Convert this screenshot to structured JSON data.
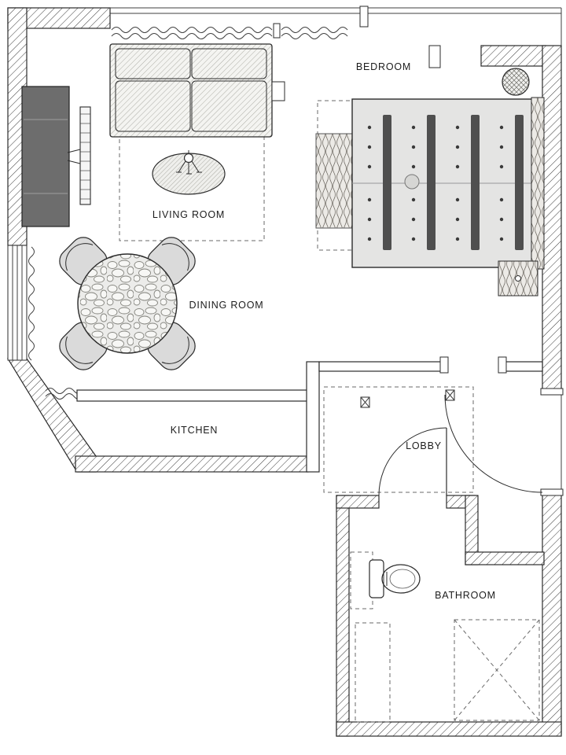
{
  "rooms": {
    "bedroom": {
      "label": "BEDROOM"
    },
    "living": {
      "label": "LIVING ROOM"
    },
    "dining": {
      "label": "DINING ROOM"
    },
    "kitchen": {
      "label": "KITCHEN"
    },
    "lobby": {
      "label": "LOBBY"
    },
    "bathroom": {
      "label": "BATHROOM"
    }
  },
  "colors": {
    "background": "#ffffff",
    "wall_outline": "#2b2b2b",
    "tv_console_fill": "#6d6d6d",
    "bed_fill": "#e4e4e3",
    "bed_stripe": "#4f4f4f",
    "chair_fill": "#dadada",
    "dashed_outline": "#6a6a6a"
  }
}
